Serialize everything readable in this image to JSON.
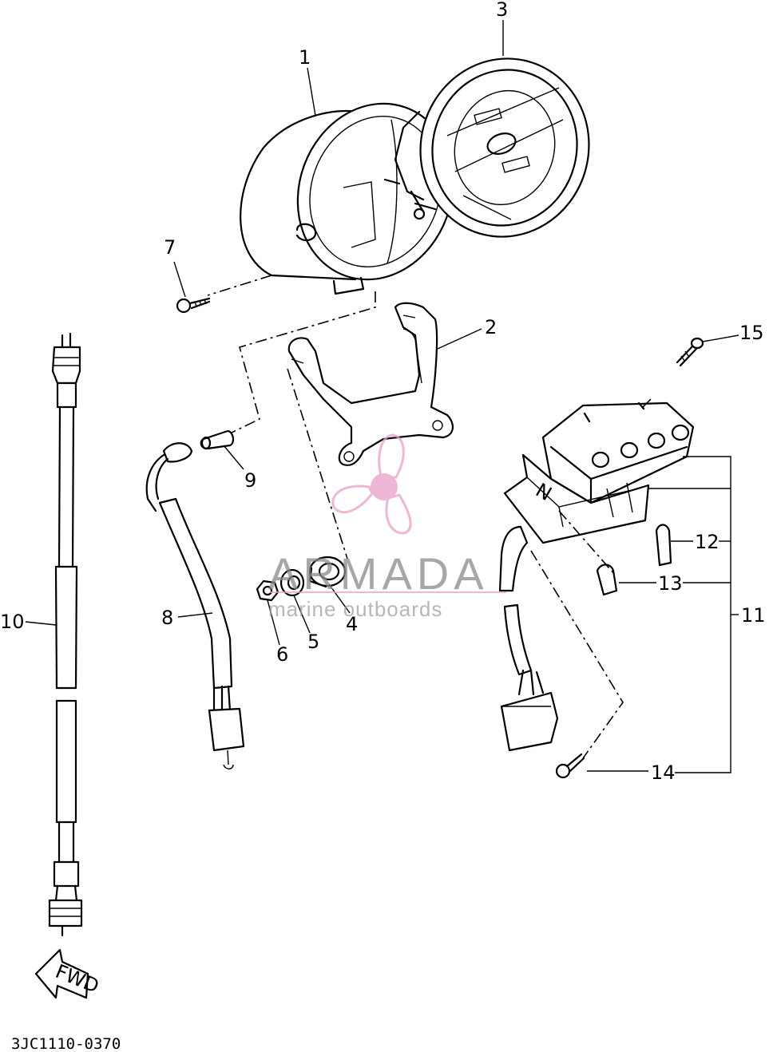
{
  "callouts": {
    "c1": "1",
    "c2": "2",
    "c3": "3",
    "c4": "4",
    "c5": "5",
    "c6": "6",
    "c7": "7",
    "c8": "8",
    "c9": "9",
    "c10": "10",
    "c11": "11",
    "c12": "12",
    "c13": "13",
    "c14": "14",
    "c15": "15"
  },
  "fwd_label": "FWD",
  "diagram_code": "3JC1110-0370",
  "watermark": {
    "brand": "ARMADA",
    "tagline": "marine outboards",
    "logo_color": "#e8a0c8",
    "text_color": "#8a8a8a"
  }
}
